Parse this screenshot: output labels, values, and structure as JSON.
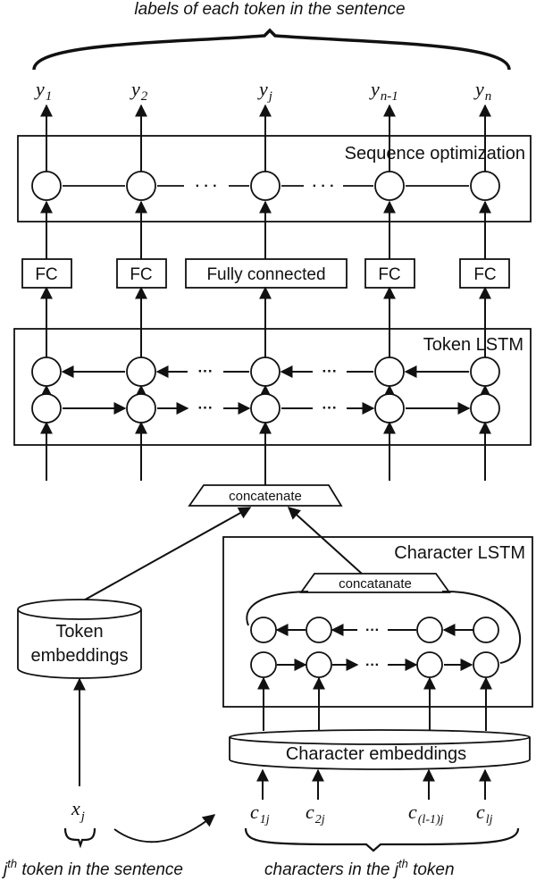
{
  "header": {
    "title": "labels of each token in the sentence"
  },
  "outputs": [
    {
      "base": "y",
      "sub": "1"
    },
    {
      "base": "y",
      "sub": "2"
    },
    {
      "base": "y",
      "sub": "j"
    },
    {
      "base": "y",
      "sub": "n-1"
    },
    {
      "base": "y",
      "sub": "n"
    }
  ],
  "sequence_optimization": {
    "title": "Sequence optimization",
    "ellipsis": "· · ·"
  },
  "fc_layer": {
    "fc_label": "FC",
    "center_label": "Fully connected"
  },
  "token_lstm": {
    "title": "Token LSTM",
    "ellipsis": "···"
  },
  "concat_top": {
    "label": "concatenate"
  },
  "token_embeddings": {
    "line1": "Token",
    "line2": "embeddings"
  },
  "character_lstm": {
    "title": "Character LSTM",
    "concat_label": "concatanate",
    "ellipsis": "···"
  },
  "character_embeddings": {
    "label": "Character embeddings"
  },
  "input_token": {
    "base": "x",
    "sub": "j"
  },
  "char_inputs": [
    {
      "base": "c",
      "sub": "1j"
    },
    {
      "base": "c",
      "sub": "2j"
    },
    {
      "base": "c",
      "sub": "(l-1)j"
    },
    {
      "base": "c",
      "sub": "lj"
    }
  ],
  "footer": {
    "left_sup": "th",
    "left_rest": " token in the sentence",
    "right_prefix": "characters in the j",
    "right_sup": "th",
    "right_suffix": " token"
  }
}
